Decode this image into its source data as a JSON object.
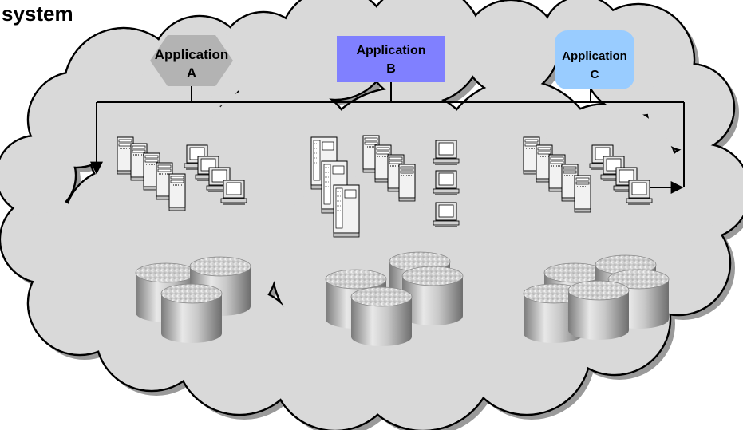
{
  "title": "system",
  "applications": [
    {
      "line1": "Application",
      "line2": "A",
      "shape": "hexagon",
      "color": "#b3b3b3"
    },
    {
      "line1": "Application",
      "line2": "B",
      "shape": "rectangle",
      "color": "#8080ff"
    },
    {
      "line1": "Application",
      "line2": "C",
      "shape": "rounded-rectangle",
      "color": "#99ccff"
    }
  ],
  "colors": {
    "cloud_fill": "#d9d9d9",
    "cloud_shadow": "#9a9a9a",
    "line": "#000000"
  },
  "icons": [
    "server-tower-icon",
    "desktop-computer-icon",
    "database-cylinder-icon"
  ]
}
